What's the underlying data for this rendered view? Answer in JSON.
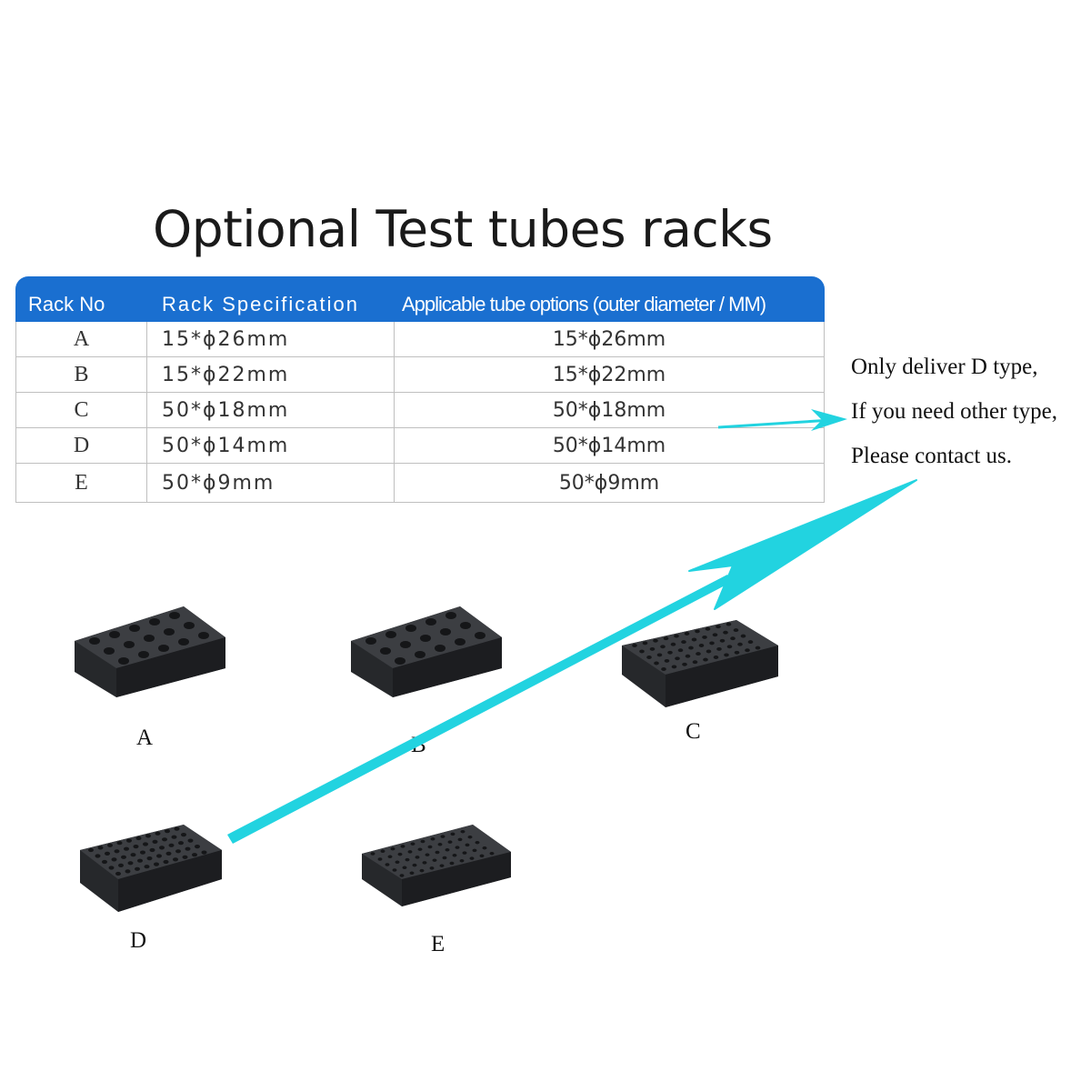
{
  "title": "Optional Test tubes racks",
  "table": {
    "headers": [
      "Rack No",
      "Rack Specification",
      "Applicable tube options (outer diameter / MM)"
    ],
    "rows": [
      {
        "rack": "A",
        "spec": "15*ϕ26mm",
        "tube": "15*ϕ26mm"
      },
      {
        "rack": "B",
        "spec": "15*ϕ22mm",
        "tube": "15*ϕ22mm"
      },
      {
        "rack": "C",
        "spec": "50*ϕ18mm",
        "tube": "50*ϕ18mm"
      },
      {
        "rack": "D",
        "spec": "50*ϕ14mm",
        "tube": "50*ϕ14mm"
      },
      {
        "rack": "E",
        "spec": "50*ϕ9mm",
        "tube": "50*ϕ9mm"
      }
    ],
    "header_color": "#1a6fd0"
  },
  "note": {
    "lines": [
      "Only deliver D type,",
      "If you need other type,",
      "Please contact us."
    ]
  },
  "racks": [
    "A",
    "B",
    "C",
    "D",
    "E"
  ],
  "colors": {
    "arrow": "#22d3e0",
    "foam": "#2b2d30"
  }
}
